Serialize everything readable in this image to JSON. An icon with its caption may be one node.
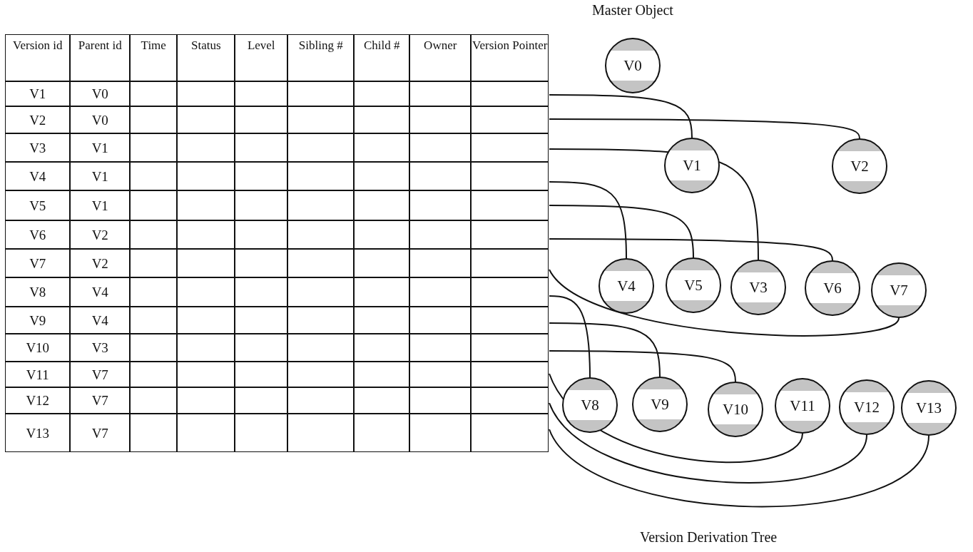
{
  "diagram": {
    "nodes": [
      {
        "text": [],
        "shape": "box"
      },
      {
        "text": [],
        "shape": "box"
      },
      {
        "text": [],
        "shape": "box"
      },
      {
        "text": [],
        "shape": "box"
      },
      {
        "text": [],
        "shape": "box"
      },
      {
        "text": [],
        "shape": "box"
      },
      {
        "text": [],
        "shape": "box"
      },
      {
        "text": [],
        "shape": "box"
      },
      {
        "text": [],
        "shape": "box"
      },
      {
        "text": [],
        "shape": "box"
      },
      {
        "text": [],
        "shape": "box"
      },
      {
        "text": [],
        "shape": "box"
      },
      {
        "text": [],
        "shape": "box"
      },
      {
        "text": [
          "V0"
        ],
        "beside": [
          "Master Object"
        ]
      },
      {
        "text": [
          "V1"
        ]
      },
      {
        "text": [
          "V2"
        ]
      },
      {
        "text": [
          "V4"
        ]
      },
      {
        "text": [
          "V5"
        ]
      },
      {
        "text": [
          "V3"
        ]
      },
      {
        "text": [
          "V6"
        ]
      },
      {
        "text": [
          "V7"
        ]
      },
      {
        "text": [
          "V8"
        ]
      },
      {
        "text": [
          "V9"
        ]
      },
      {
        "text": [
          "V10"
        ]
      },
      {
        "text": [
          "V11"
        ]
      },
      {
        "text": [
          "V12"
        ]
      },
      {
        "text": [
          "V13"
        ]
      }
    ],
    "edges": [
      {
        "from": 0,
        "to": 14,
        "arrow": "none"
      },
      {
        "from": 1,
        "to": 15,
        "arrow": "none"
      },
      {
        "from": 2,
        "to": 18,
        "arrow": "none"
      },
      {
        "from": 3,
        "to": 16,
        "arrow": "none"
      },
      {
        "from": 4,
        "to": 17,
        "arrow": "none"
      },
      {
        "from": 5,
        "to": 19,
        "arrow": "none"
      },
      {
        "from": 6,
        "to": 20,
        "arrow": "none"
      },
      {
        "from": 7,
        "to": 21,
        "arrow": "none"
      },
      {
        "from": 8,
        "to": 22,
        "arrow": "none"
      },
      {
        "from": 9,
        "to": 23,
        "arrow": "none"
      },
      {
        "from": 10,
        "to": 24,
        "arrow": "none"
      },
      {
        "from": 11,
        "to": 25,
        "arrow": "none"
      },
      {
        "from": 12,
        "to": 26,
        "arrow": "none"
      }
    ],
    "labels": [
      "Version id",
      "Parent id",
      "Time",
      "Status",
      "Level",
      "Sibling #",
      "Child #",
      "Owner",
      "Version Pointer",
      "V1",
      "V0",
      "V2",
      "V0",
      "V3",
      "V1",
      "V4",
      "V1",
      "V5",
      "V1",
      "V6",
      "V2",
      "V7",
      "V2",
      "V8",
      "V4",
      "V9",
      "V4",
      "V10",
      "V3",
      "V11",
      "V7",
      "V12",
      "V7",
      "V13",
      "V7",
      "Version Derivation Tree"
    ]
  }
}
